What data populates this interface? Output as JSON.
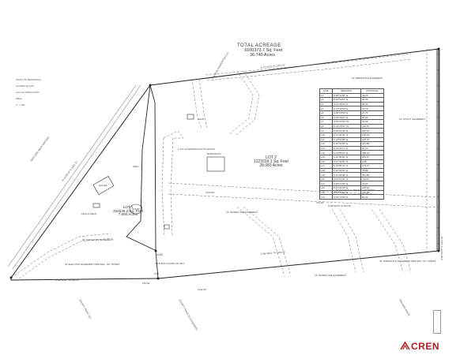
{
  "acreage": {
    "title": "TOTAL ACREAGE",
    "sqft": "1600373.7 Sq. Feet",
    "acres": "36.740 Acres"
  },
  "lot2": {
    "name": "LOT 2",
    "sqft": "1223319.1 Sq. Feet",
    "acres": "28.083 Acres"
  },
  "lot1": {
    "name": "LOT 1",
    "sqft": "334535.2 Sq. Feet",
    "acres": "7.680 Acres"
  },
  "legend": [
    "POINT OF BEGINNING",
    "ALUMINUM CAP",
    "CALCULATED POINT",
    "WELL",
    "1\" = 150'"
  ],
  "labels": {
    "irrigation_top": "20' IRRIGATION EASEMENT",
    "utility_right": "15' UTILITY EASEMENT",
    "access": "60' ACCESS & UTILITY EASEMENT",
    "water": "15' WATER LINE EASEMENT",
    "water_bottom": "15' WATER LINE EASEMENT",
    "irrigation_bottom_right": "40' IRRIGATION EASEMENT PER REC. NO. 553563",
    "irrigation_left": "40' IRRIGATION EASEMENT",
    "electric": "20' ELECTRIC EASEMENT PER REC. NO. 553563",
    "quarter": "1/16",
    "well": "WELL",
    "house": "HOUSE",
    "pond": "POND",
    "leach": "LEACH FIELD",
    "shop": "SHOP",
    "barn": "BARN/SHOP",
    "cap_aluminum": "1-1/2\" ALUMINUM CAP PLS20139",
    "nothing_found": "NOTHING FOUND OR SET",
    "county_road": "COUNTY ROAD 222",
    "adjoining_top": "PAGOSA PROPERTIES LLC",
    "adjoining_left": "REED AND MARY WATSON",
    "adjoining_bottom_right": "RICHARD WHITE",
    "adjoining_bottom_mid": "COUNTY ROAD 222 EASEMENT"
  },
  "curve_table": {
    "headers": [
      "LINE",
      "BEARING",
      "DISTANCE"
    ],
    "rows": [
      [
        "L1",
        "N 38°11'06\" E",
        "43.10'"
      ],
      [
        "L2",
        "N 29°54'01\" E",
        "62.02'"
      ],
      [
        "L3",
        "N 21°48'40\" E",
        "55.43'"
      ],
      [
        "L4",
        "N 14°44'39\" E",
        "57.73'"
      ],
      [
        "L5",
        "N 08°43'59\" E",
        "97.70'"
      ],
      [
        "L6",
        "N 03°18'07\" E",
        "87.92'"
      ],
      [
        "L7",
        "N 02°43'44\" W",
        "91.04'"
      ],
      [
        "L8",
        "N 10°16'57\" W",
        "122.57'"
      ],
      [
        "L9",
        "S 29°51'48\" E",
        "206.34'"
      ],
      [
        "L10",
        "S 21°02'36\" E",
        "145.04'"
      ],
      [
        "L11",
        "S 13°01'38\" E",
        "125.76'"
      ],
      [
        "L12",
        "S 32°41'56\" E",
        "244.86'"
      ],
      [
        "L13",
        "S 43°34'17\" E",
        "87.11'"
      ],
      [
        "L14",
        "S 43°53'23\" E",
        "208.32'"
      ],
      [
        "L15",
        "S 40°49'02\" E",
        "249.47'"
      ],
      [
        "L16",
        "S 37°44'50\" E",
        "9.86'"
      ],
      [
        "L17",
        "S 39°56'41\" E",
        "171.37'"
      ],
      [
        "L18",
        "S 32°30'02\" E",
        "78.89'"
      ],
      [
        "L19",
        "S 31°09'38\" E",
        "161.86'"
      ],
      [
        "L20",
        "S 54°19'25\" E",
        "119.04'"
      ],
      [
        "L21",
        "N 35°11'45\" E",
        "73.64'"
      ],
      [
        "L22",
        "N 44°41'48\" E",
        "215.22'"
      ],
      [
        "L23",
        "N 52°44'23\" E",
        "154.98'"
      ],
      [
        "L24",
        "N 46°19'35\" E",
        "81.31'"
      ]
    ]
  },
  "bearings": {
    "top": "N 75°50'21\" E 1325.01'",
    "left": "N 34°05'34\" E 1051.10'",
    "bottom_left": "S 89°49'22\" W 468.35'",
    "bottom_mid": "S 89°49'22\" W 1190.56'",
    "road_seg": "N 89°49'22\" E 560.90'",
    "right": "S 00°06'05\" E 1301.28'",
    "small_a": "159.92'",
    "small_b": "6.54'",
    "small_c": "1324.26'",
    "small_d": "1192.09'",
    "small_e": "743.26'"
  },
  "logo": {
    "text": "CREN",
    "color": "#b31b1b"
  }
}
